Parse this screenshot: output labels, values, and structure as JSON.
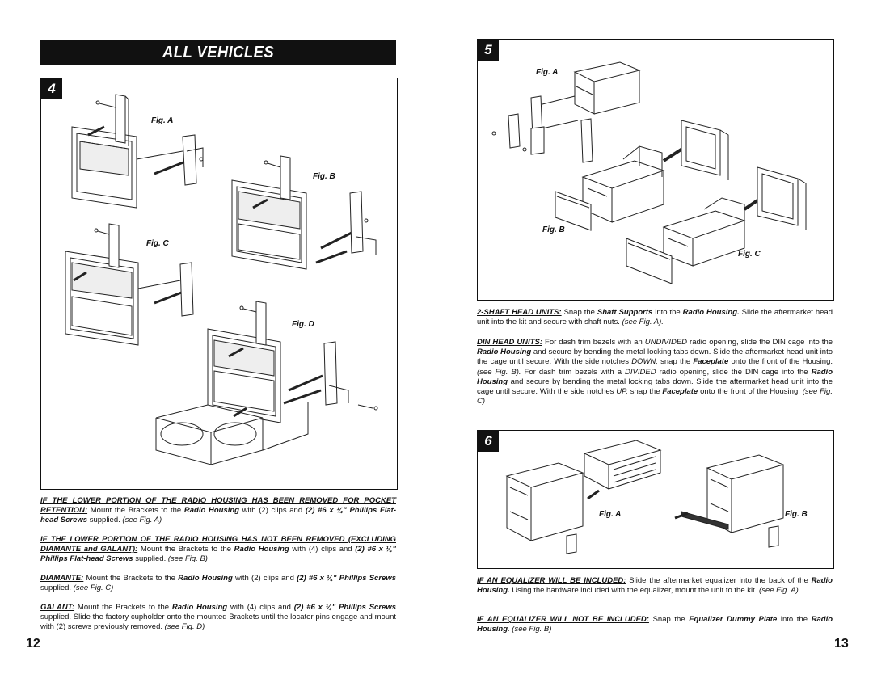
{
  "banner": {
    "title": "ALL VEHICLES"
  },
  "left": {
    "step": "4",
    "fig_a": "Fig. A",
    "fig_b": "Fig. B",
    "fig_c": "Fig. C",
    "fig_d": "Fig. D",
    "p1": {
      "hdr": "IF THE LOWER PORTION OF THE RADIO HOUSING HAS BEEN REMOVED FOR POCKET RETENTION:",
      "t1": " Mount the Brackets to the ",
      "e1": "Radio Housing",
      "t2": " with (2) clips and ",
      "e2": "(2) #6 x ¼\" Phillips Flat-head Screws",
      "t3": " supplied.  ",
      "ref": "(see Fig. A)"
    },
    "p2": {
      "hdr": "IF THE LOWER PORTION OF THE RADIO HOUSING HAS NOT BEEN REMOVED (EXCLUDING DIAMANTE and GALANT):",
      "t1": " Mount the Brackets to the ",
      "e1": "Radio Housing",
      "t2": " with (4) clips and ",
      "e2": "(2) #6 x ¼\" Phillips Flat-head Screws",
      "t3": " supplied.  ",
      "ref": "(see Fig. B)"
    },
    "p3": {
      "hdr": "DIAMANTE:",
      "t1": " Mount the Brackets to the ",
      "e1": "Radio Housing",
      "t2": " with (2) clips and ",
      "e2": "(2) #6 x ¼\" Phillips Screws",
      "t3": " supplied.  ",
      "ref": "(see Fig. C)"
    },
    "p4": {
      "hdr": "GALANT:",
      "t1": " Mount the Brackets to the ",
      "e1": "Radio Housing",
      "t2": " with (4) clips and ",
      "e2": "(2) #6 x ¼\" Phillips Screws",
      "t3": " supplied.  Slide the factory cupholder onto the mounted Brackets until the locater pins engage and mount with (2) screws previously removed.  ",
      "ref": "(see Fig. D)"
    },
    "page_number": "12"
  },
  "right": {
    "step5": "5",
    "fig_a": "Fig. A",
    "fig_b": "Fig. B",
    "fig_c": "Fig. C",
    "p1": {
      "hdr": "2-SHAFT HEAD UNITS:",
      "t1": " Snap the ",
      "e1": "Shaft Supports",
      "t2": " into the ",
      "e2": "Radio Housing.",
      "t3": "  Slide the aftermarket head unit into the kit and secure with shaft nuts.  ",
      "ref": "(see Fig. A)."
    },
    "p2": {
      "hdr": "DIN HEAD UNITS:",
      "t1": " For dash trim bezels with an ",
      "i1": "UNDIVIDED",
      "t2": " radio opening, slide the DIN cage into the ",
      "e1": "Radio Housing",
      "t3": " and secure by bending the metal locking tabs down.  Slide the aftermarket head unit into the cage until secure.  With the side notches ",
      "i2": "DOWN,",
      "t4": " snap the ",
      "e2": "Faceplate",
      "t5": " onto the front of the Housing.  ",
      "ref1": "(see Fig. B).",
      "t6": "  For dash trim bezels with a ",
      "i3": "DIVIDED",
      "t7": " radio opening, slide the DIN cage into the ",
      "e3": "Radio Housing",
      "t8": " and secure by bending the metal locking tabs down.  Slide the aftermarket head unit into the cage until secure.  With the side notches ",
      "i4": "UP,",
      "t9": " snap the ",
      "e4": "Faceplate",
      "t10": " onto the front of the Housing.  ",
      "ref2": "(see Fig. C)"
    },
    "step6": "6",
    "fig6_a": "Fig. A",
    "fig6_b": "Fig. B",
    "p3": {
      "hdr": "IF AN EQUALIZER WILL BE INCLUDED:",
      "t1": " Slide the aftermarket equalizer into the back of the ",
      "e1": "Radio Housing.",
      "t2": "  Using the hardware included with the equalizer, mount the unit to the kit.  ",
      "ref": "(see Fig. A)"
    },
    "p4": {
      "hdr": "IF AN EQUALIZER WILL NOT BE INCLUDED:",
      "t1": " Snap the ",
      "e1": "Equalizer Dummy Plate",
      "t2": " into the ",
      "e2": "Radio Housing.",
      "t3": "  ",
      "ref": "(see Fig. B)"
    },
    "page_number": "13"
  }
}
